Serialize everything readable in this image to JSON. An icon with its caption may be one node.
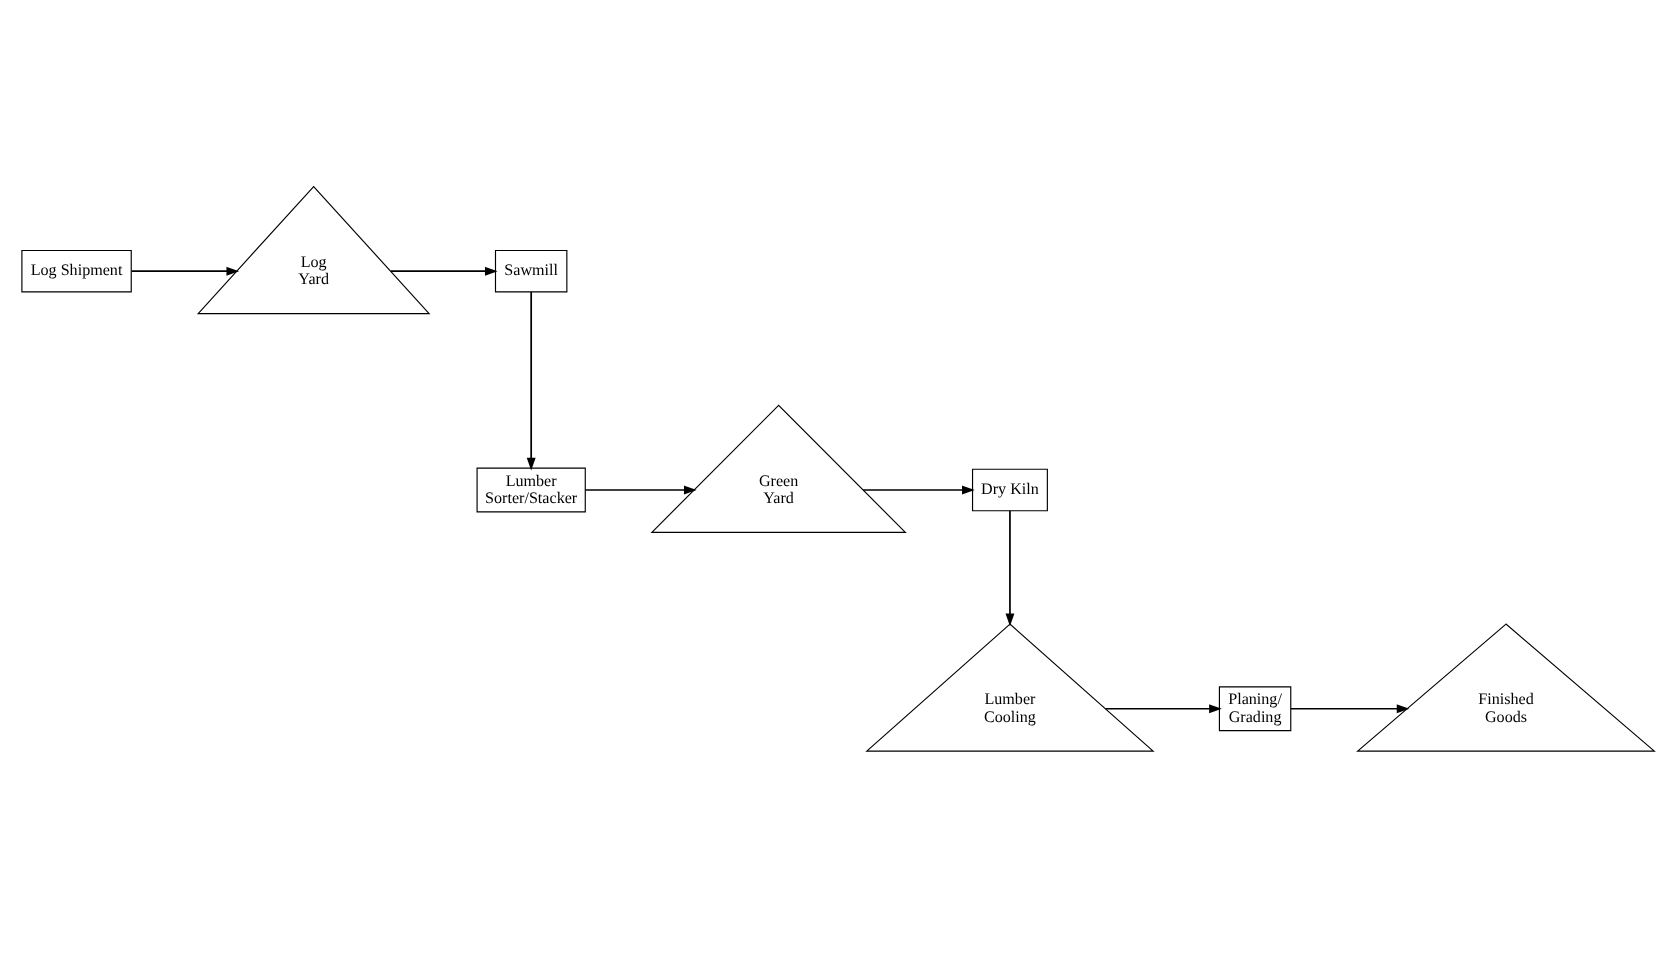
{
  "diagram": {
    "nodes": [
      {
        "text": [
          "Log Shipment"
        ]
      },
      {
        "text": [
          "Log Yard"
        ]
      },
      {
        "text": [
          "Sawmill"
        ]
      },
      {
        "text": [
          "Lumber Sorter/Stacker"
        ]
      },
      {
        "text": [
          "Green Yard"
        ]
      },
      {
        "text": [
          "Dry Kiln"
        ]
      },
      {
        "text": [
          "Lumber Cooling"
        ]
      },
      {
        "text": [
          "Planing/ Grading"
        ]
      },
      {
        "text": [
          "Finished Goods"
        ]
      }
    ],
    "edges": [
      {
        "from": 0,
        "to": 1,
        "arrow": "to"
      },
      {
        "from": 1,
        "to": 2,
        "arrow": "to"
      },
      {
        "from": 2,
        "to": 3,
        "arrow": "to"
      },
      {
        "from": 3,
        "to": 4,
        "arrow": "to"
      },
      {
        "from": 4,
        "to": 5,
        "arrow": "to"
      },
      {
        "from": 5,
        "to": 6,
        "arrow": "to"
      },
      {
        "from": 6,
        "to": 7,
        "arrow": "to"
      },
      {
        "from": 7,
        "to": 8,
        "arrow": "to"
      }
    ]
  }
}
